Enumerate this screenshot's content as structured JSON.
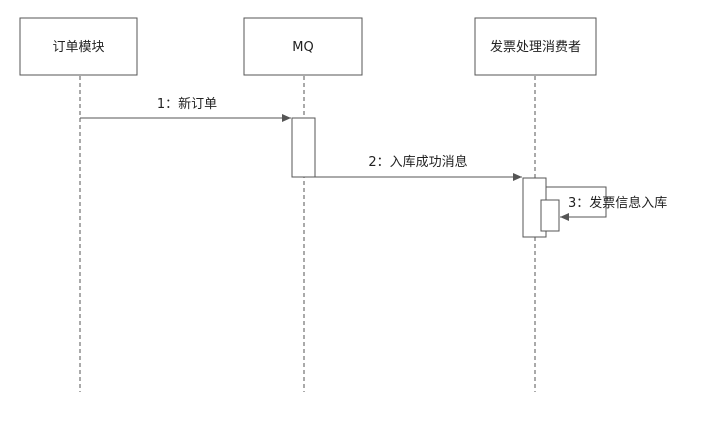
{
  "participants": [
    {
      "id": "order",
      "label": "订单模块"
    },
    {
      "id": "mq",
      "label": "MQ"
    },
    {
      "id": "consumer",
      "label": "发票处理消费者"
    }
  ],
  "messages": [
    {
      "from": "order",
      "to": "mq",
      "label": "1：新订单"
    },
    {
      "from": "mq",
      "to": "consumer",
      "label": "2：入库成功消息"
    },
    {
      "from": "consumer",
      "to": "consumer",
      "label": "3：发票信息入库"
    }
  ],
  "colors": {
    "line": "#555555",
    "box_border": "#555555",
    "text": "#222222"
  }
}
